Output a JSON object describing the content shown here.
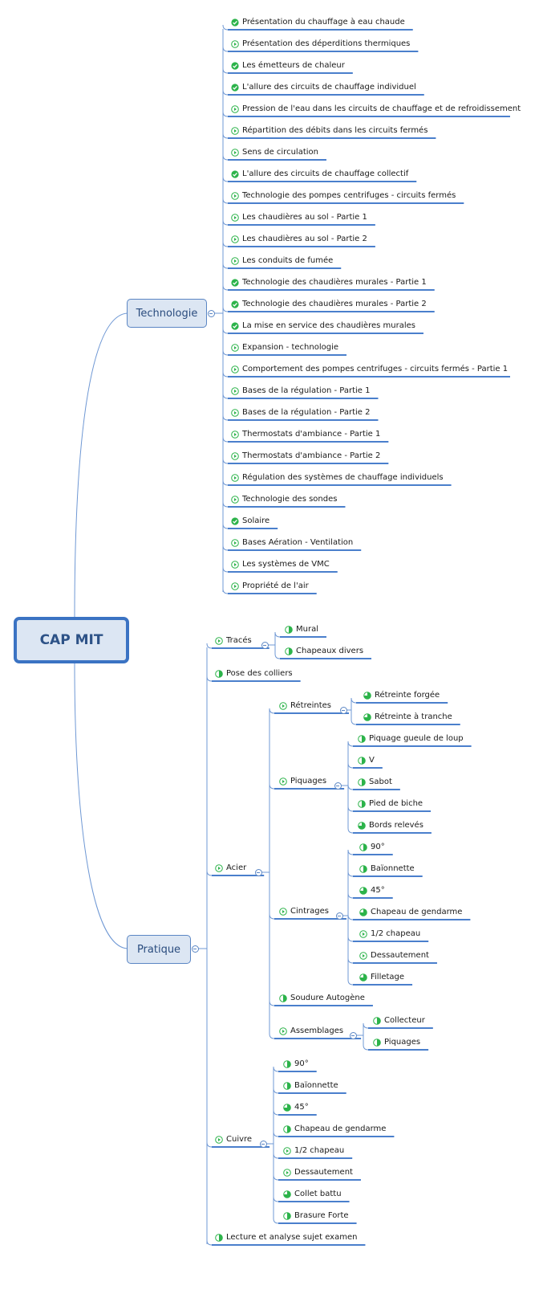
{
  "root": {
    "label": "CAP MIT"
  },
  "branches": [
    {
      "id": "technologie",
      "label": "Technologie",
      "children": [
        {
          "label": "Présentation du chauffage à eau chaude",
          "status": "done"
        },
        {
          "label": "Présentation des déperditions thermiques",
          "status": "play"
        },
        {
          "label": "Les émetteurs de chaleur",
          "status": "done"
        },
        {
          "label": "L'allure des circuits de chauffage individuel",
          "status": "done"
        },
        {
          "label": "Pression de l'eau dans les circuits de chauffage et de refroidissement",
          "status": "play"
        },
        {
          "label": "Répartition des débits dans les circuits fermés",
          "status": "play"
        },
        {
          "label": "Sens de circulation",
          "status": "play"
        },
        {
          "label": "L'allure des circuits de chauffage collectif",
          "status": "done"
        },
        {
          "label": "Technologie des pompes centrifuges - circuits fermés",
          "status": "play"
        },
        {
          "label": "Les chaudières au sol - Partie 1",
          "status": "play"
        },
        {
          "label": "Les chaudières au sol - Partie 2",
          "status": "play"
        },
        {
          "label": "Les conduits de fumée",
          "status": "play"
        },
        {
          "label": "Technologie des chaudières murales - Partie 1",
          "status": "done"
        },
        {
          "label": "Technologie des chaudières murales - Partie 2",
          "status": "done"
        },
        {
          "label": "La mise en service des chaudières murales",
          "status": "done"
        },
        {
          "label": "Expansion - technologie",
          "status": "play"
        },
        {
          "label": "Comportement des pompes centrifuges - circuits fermés - Partie 1",
          "status": "play"
        },
        {
          "label": "Bases de la régulation - Partie 1",
          "status": "play"
        },
        {
          "label": "Bases de la régulation - Partie 2",
          "status": "play"
        },
        {
          "label": "Thermostats d'ambiance - Partie 1",
          "status": "play"
        },
        {
          "label": "Thermostats d'ambiance - Partie 2",
          "status": "play"
        },
        {
          "label": "Régulation des systèmes de chauffage individuels",
          "status": "play"
        },
        {
          "label": "Technologie des sondes",
          "status": "play"
        },
        {
          "label": "Solaire",
          "status": "done"
        },
        {
          "label": "Bases Aération - Ventilation",
          "status": "play"
        },
        {
          "label": "Les systèmes de VMC",
          "status": "play"
        },
        {
          "label": "Propriété de l'air",
          "status": "play"
        }
      ]
    },
    {
      "id": "pratique",
      "label": "Pratique",
      "children": [
        {
          "label": "Tracés",
          "status": "play",
          "children": [
            {
              "label": "Mural",
              "status": "half"
            },
            {
              "label": "Chapeaux divers",
              "status": "half"
            }
          ]
        },
        {
          "label": "Pose des colliers",
          "status": "half"
        },
        {
          "label": "Acier",
          "status": "play",
          "children": [
            {
              "label": "Rétreintes",
              "status": "play",
              "children": [
                {
                  "label": "Rétreinte forgée",
                  "status": "three-quarter"
                },
                {
                  "label": "Rétreinte à tranche",
                  "status": "three-quarter"
                }
              ]
            },
            {
              "label": "Piquages",
              "status": "play",
              "children": [
                {
                  "label": "Piquage gueule de loup",
                  "status": "half"
                },
                {
                  "label": "V",
                  "status": "half"
                },
                {
                  "label": "Sabot",
                  "status": "half"
                },
                {
                  "label": "Pied de biche",
                  "status": "half"
                },
                {
                  "label": "Bords relevés",
                  "status": "three-quarter"
                }
              ]
            },
            {
              "label": "Cintrages",
              "status": "play",
              "children": [
                {
                  "label": "90°",
                  "status": "half"
                },
                {
                  "label": "Baïonnette",
                  "status": "half"
                },
                {
                  "label": "45°",
                  "status": "three-quarter"
                },
                {
                  "label": "Chapeau de gendarme",
                  "status": "three-quarter"
                },
                {
                  "label": "1/2 chapeau",
                  "status": "play"
                },
                {
                  "label": "Dessautement",
                  "status": "play"
                },
                {
                  "label": "Filletage",
                  "status": "three-quarter"
                }
              ]
            },
            {
              "label": "Soudure Autogène",
              "status": "half"
            },
            {
              "label": "Assemblages",
              "status": "play",
              "children": [
                {
                  "label": "Collecteur",
                  "status": "half"
                },
                {
                  "label": "Piquages",
                  "status": "half"
                }
              ]
            }
          ]
        },
        {
          "label": "Cuivre",
          "status": "play",
          "children": [
            {
              "label": "90°",
              "status": "half"
            },
            {
              "label": "Baïonnette",
              "status": "half"
            },
            {
              "label": "45°",
              "status": "three-quarter"
            },
            {
              "label": "Chapeau de gendarme",
              "status": "half"
            },
            {
              "label": "1/2 chapeau",
              "status": "play"
            },
            {
              "label": "Dessautement",
              "status": "play"
            },
            {
              "label": "Collet battu",
              "status": "three-quarter"
            },
            {
              "label": "Brasure Forte",
              "status": "half"
            }
          ]
        },
        {
          "label": "Lecture et analyse sujet examen",
          "status": "half"
        }
      ]
    }
  ],
  "colors": {
    "line": "#4a7fcc",
    "connector": "#6f98d4",
    "icon_green": "#2cb34a",
    "box_fill": "#dce6f3",
    "box_border": "#5b86c4"
  }
}
